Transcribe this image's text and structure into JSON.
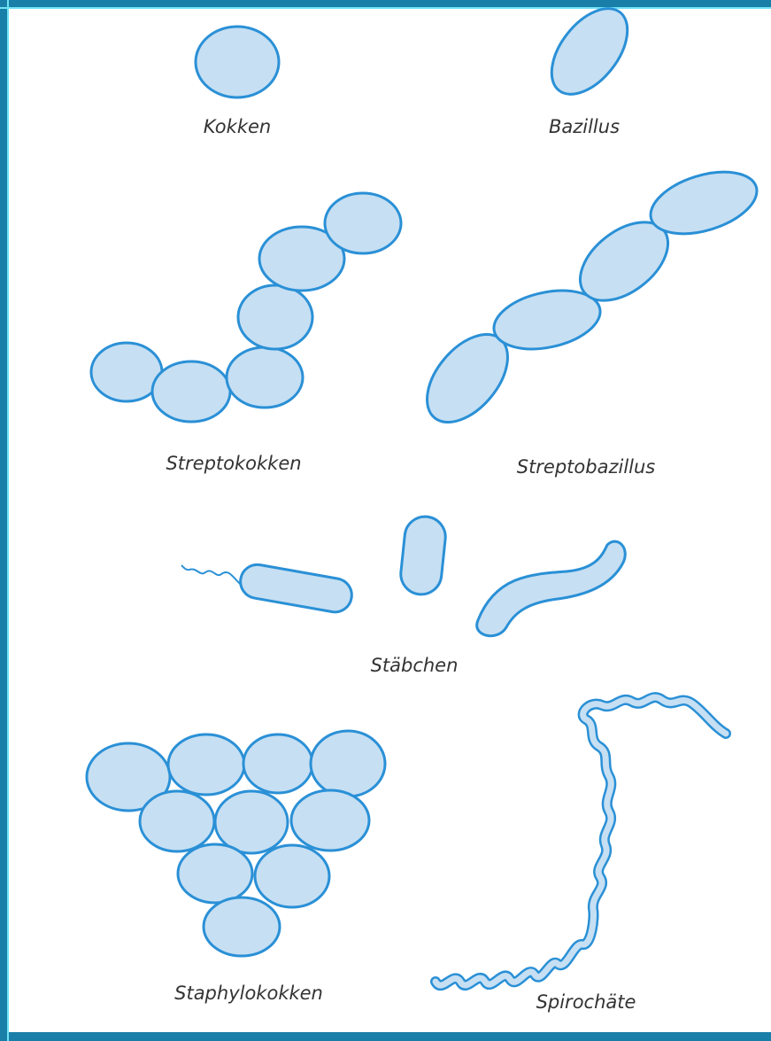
{
  "labels": {
    "kokken": "Kokken",
    "bazillus": "Bazillus",
    "streptokokken": "Streptokokken",
    "streptobazillus": "Streptobazillus",
    "staebchen": "Stäbchen",
    "staphylokokken": "Staphylokokken",
    "spirochaete": "Spirochäte"
  },
  "colors": {
    "cell_fill": "#c6dff3",
    "cell_outline": "#2a90d6",
    "frame": "#1a7fa8",
    "label_text": "#333333"
  }
}
